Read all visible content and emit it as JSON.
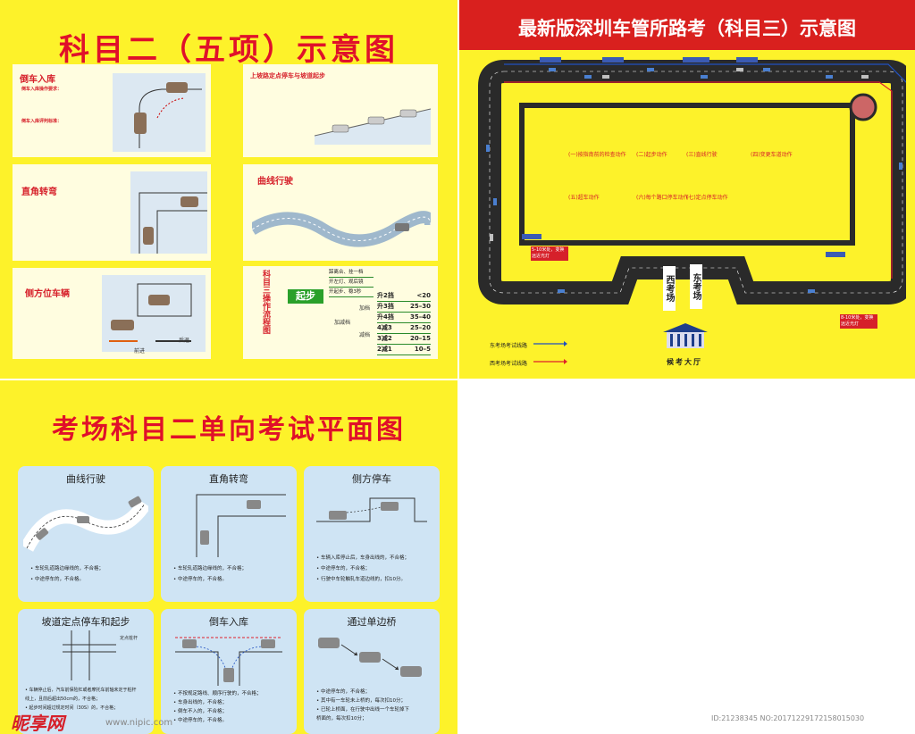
{
  "tl": {
    "title": "科目二（五项）示意图",
    "cards": {
      "reverse": {
        "title": "倒车入库",
        "sub1": "倒车入库操作要求：",
        "sub2": "倒车入库评判标准："
      },
      "slope": {
        "title": "上坡路定点停车与坡道起步"
      },
      "right_angle": {
        "title": "直角转弯"
      },
      "curve": {
        "title": "曲线行驶"
      },
      "side": {
        "title": "侧方位车辆",
        "forward": "前进",
        "backward": "后退"
      }
    },
    "flow": {
      "vertical_title": "科目三操作流程图",
      "start": "起步",
      "branches": [
        "踩离合、挂一档",
        "开左灯、观后镜",
        "开起步、稳3秒"
      ],
      "accelerate": "加减档",
      "add": "加档",
      "reduce": "减档",
      "gears": [
        {
          "g": "升2挡",
          "v": "<20"
        },
        {
          "g": "升3挡",
          "v": "25–30"
        },
        {
          "g": "升4挡",
          "v": "35–40"
        },
        {
          "g": "4减3",
          "v": "25–20"
        },
        {
          "g": "3减2",
          "v": "20–15"
        },
        {
          "g": "2减1",
          "v": "10–5"
        }
      ]
    }
  },
  "tr": {
    "title": "最新版深圳车管所路考（科目三）示意图",
    "sections": [
      "(一)按指南前的检查动作",
      "(二)起步动作",
      "(三)直线行驶",
      "(四)变更车道动作",
      "(五)超车动作",
      "(六)每个路口停车动作",
      "(七)定点停车动作"
    ],
    "east_hall": "东考场",
    "west_hall": "西考场",
    "waiting_hall": "候考大厅",
    "legend_east": "东考场考试线路",
    "legend_west": "西考场考试线路",
    "warn1": "5-10米处，变换远近光灯",
    "warn2": "8-10米处，变换远近光灯"
  },
  "bl": {
    "title": "考场科目二单向考试平面图",
    "cards": [
      {
        "title": "曲线行驶",
        "notes": [
          "• 车轮轧道路边缘线的，不合格；",
          "• 中途停车的，不合格。"
        ]
      },
      {
        "title": "直角转弯",
        "notes": [
          "• 车轮轧道路边缘线的，不合格；",
          "• 中途停车的，不合格。"
        ]
      },
      {
        "title": "侧方停车",
        "notes": [
          "• 车辆入库停止后，车身出线的，不合格；",
          "• 中途停车的，不合格；",
          "• 行驶中车轮触轧车道边线的，扣10分。"
        ]
      },
      {
        "title": "坡道定点停车和起步",
        "notes": [
          "• 车辆停止后，汽车前保险杠或者摩托车前轴未定于桩杆",
          "  线上，且前后超出50cm的，不合格；",
          "• 起步时间超过规定时间（30S）的，不合格；"
        ],
        "label": "定点桩杆"
      },
      {
        "title": "倒车入库",
        "notes": [
          "• 不按规定路线、顺序行驶的，不合格；",
          "• 车身出线的，不合格；",
          "• 倒车不入的，不合格；",
          "• 中途停车的，不合格。"
        ]
      },
      {
        "title": "通过单边桥",
        "notes": [
          "• 中途停车的，不合格；",
          "• 其中有一车轮未上桥的，每次扣10分；",
          "• 已轮上桥面，在行驶中出线一个车轮掉下",
          "  桥面的，每次扣10分；"
        ]
      }
    ]
  },
  "watermark": {
    "logo": "昵享网",
    "url": "www.nipic.com",
    "id": "ID:21238345 NO:20171229172158015030"
  }
}
